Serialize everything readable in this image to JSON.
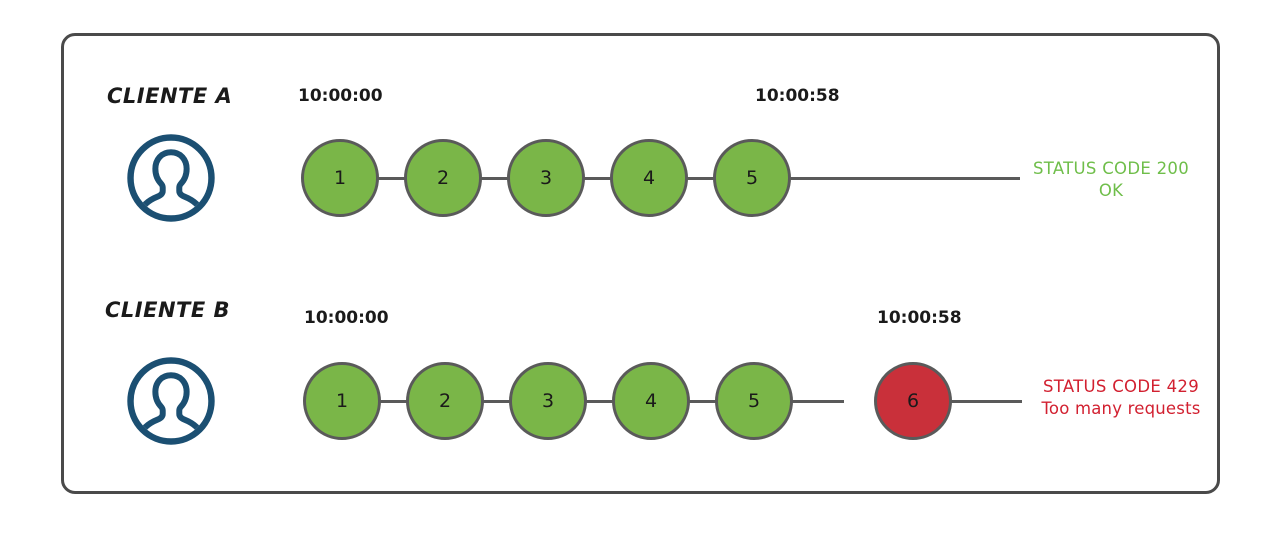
{
  "frame": {
    "border_color": "#4a4a4a"
  },
  "palette": {
    "green": "#7AB648",
    "red": "#C9303A",
    "node_stroke": "#5a5a5a",
    "avatar": "#1B4F72",
    "status_ok": "#6FBE4A",
    "status_error": "#D22030",
    "text": "#1a1a1a"
  },
  "rows": [
    {
      "id": "client-a",
      "client_label": "CLIENTE A",
      "avatar_icon": "user-avatar-icon",
      "start_time": "10:00:00",
      "end_time": "10:00:58",
      "nodes": [
        {
          "label": "1",
          "state": "ok"
        },
        {
          "label": "2",
          "state": "ok"
        },
        {
          "label": "3",
          "state": "ok"
        },
        {
          "label": "4",
          "state": "ok"
        },
        {
          "label": "5",
          "state": "ok"
        }
      ],
      "status": {
        "kind": "ok",
        "line1": "STATUS CODE 200",
        "line2": "OK"
      }
    },
    {
      "id": "client-b",
      "client_label": "CLIENTE B",
      "avatar_icon": "user-avatar-icon",
      "start_time": "10:00:00",
      "end_time": "10:00:58",
      "nodes": [
        {
          "label": "1",
          "state": "ok"
        },
        {
          "label": "2",
          "state": "ok"
        },
        {
          "label": "3",
          "state": "ok"
        },
        {
          "label": "4",
          "state": "ok"
        },
        {
          "label": "5",
          "state": "ok"
        },
        {
          "label": "6",
          "state": "error"
        }
      ],
      "status": {
        "kind": "error",
        "line1": "STATUS CODE 429",
        "line2": "Too many requests"
      }
    }
  ]
}
